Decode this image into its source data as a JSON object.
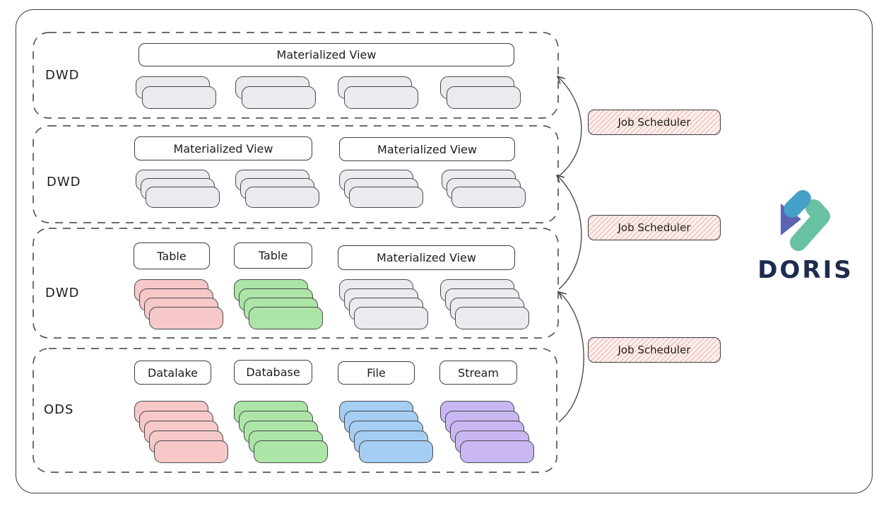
{
  "diagram": {
    "sections": [
      {
        "name": "dwd-top",
        "label": "DWD",
        "headers": [
          "Materialized View"
        ],
        "stacks": [
          {
            "color": "gray",
            "count": 2
          },
          {
            "color": "gray",
            "count": 2
          },
          {
            "color": "gray",
            "count": 2
          },
          {
            "color": "gray",
            "count": 2
          }
        ]
      },
      {
        "name": "dwd-middle",
        "label": "DWD",
        "headers": [
          "Materialized View",
          "Materialized View"
        ],
        "stacks": [
          {
            "color": "gray",
            "count": 3
          },
          {
            "color": "gray",
            "count": 3
          },
          {
            "color": "gray",
            "count": 3
          },
          {
            "color": "gray",
            "count": 3
          }
        ]
      },
      {
        "name": "dwd-lower",
        "label": "DWD",
        "headers": [
          "Table",
          "Table",
          "Materialized View"
        ],
        "stacks": [
          {
            "color": "pink",
            "count": 4
          },
          {
            "color": "green",
            "count": 4
          },
          {
            "color": "gray",
            "count": 4
          },
          {
            "color": "gray",
            "count": 4
          }
        ]
      },
      {
        "name": "ods",
        "label": "ODS",
        "headers": [
          "Datalake",
          "Database",
          "File",
          "Stream"
        ],
        "stacks": [
          {
            "color": "pink",
            "count": 5
          },
          {
            "color": "green",
            "count": 5
          },
          {
            "color": "blue",
            "count": 5
          },
          {
            "color": "purple",
            "count": 5
          }
        ]
      }
    ],
    "schedulers": [
      {
        "label": "Job Scheduler"
      },
      {
        "label": "Job Scheduler"
      },
      {
        "label": "Job Scheduler"
      }
    ]
  },
  "logo": {
    "text": "DORIS",
    "icon": "doris-logo-mark"
  },
  "colors": {
    "card_pink": "#f6c8c8",
    "card_green": "#ade5a7",
    "card_blue": "#a6cdf2",
    "card_purple": "#c9b7f3",
    "card_gray": "#e9ebee",
    "card_border": "#45484c",
    "scheduler_fill": "#fdf0ee",
    "scheduler_hatch": "#eeb0aa",
    "frame_border": "#3a3a3a",
    "section_border": "#585858",
    "arrow": "#4a4a4a",
    "text": "#1d1d1d",
    "logo_blue": "#46a1c9",
    "logo_purple": "#5a64b0",
    "logo_green": "#68c1a0",
    "logo_text": "#1e2b4f"
  }
}
